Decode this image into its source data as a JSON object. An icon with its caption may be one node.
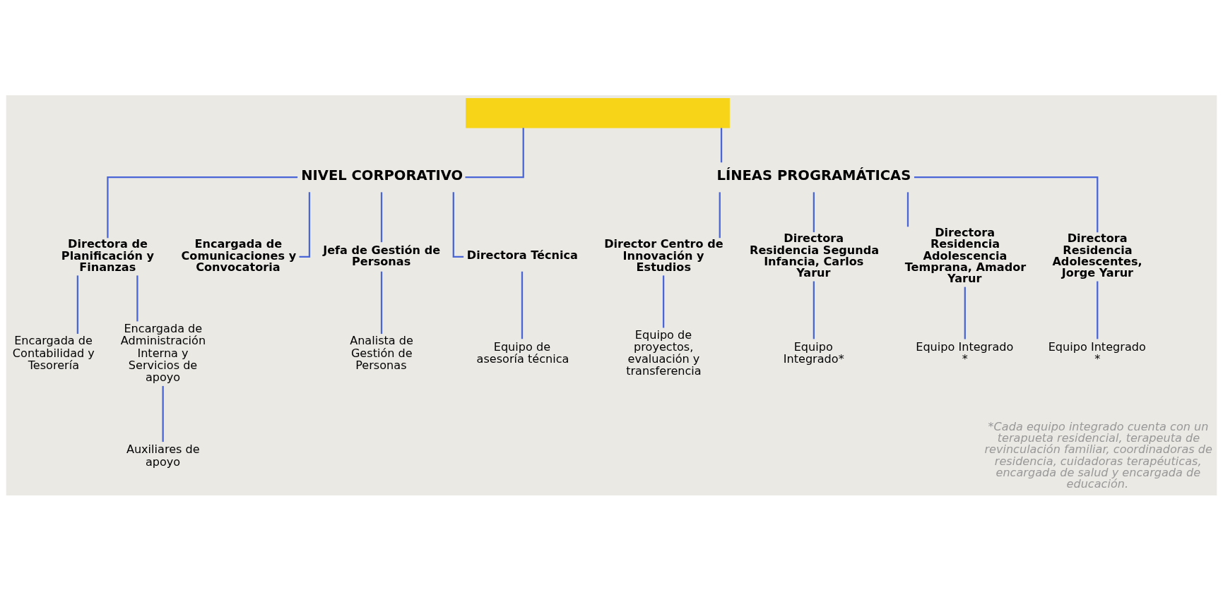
{
  "diagram": {
    "nodes": [
      {
        "text": [],
        "shape": "box"
      },
      {
        "text": [
          "NIVEL CORPORATIVO"
        ]
      },
      {
        "text": [
          "LÍNEAS PROGRAMÁTICAS"
        ]
      },
      {
        "text": [
          "Directora de Planificación y Finanzas"
        ]
      },
      {
        "text": [
          "Encargada de Comunicaciones y Convocatoria"
        ]
      },
      {
        "text": [
          "Jefa de Gestión de Personas"
        ]
      },
      {
        "text": [
          "Directora Técnica"
        ]
      },
      {
        "text": [
          "Director Centro de Innovación y Estudios"
        ]
      },
      {
        "text": [
          "Directora Residencia Segunda Infancia, Carlos Yarur"
        ]
      },
      {
        "text": [
          "Directora Residencia Adolescencia Temprana, Amador Yarur"
        ]
      },
      {
        "text": [
          "Directora Residencia Adolescentes, Jorge Yarur"
        ]
      },
      {
        "text": [
          "Encargada de Contabilidad y Tesorería"
        ]
      },
      {
        "text": [
          "Encargada de Administración Interna y Servicios de apoyo"
        ]
      },
      {
        "text": [
          "Analista de Gestión de Personas"
        ]
      },
      {
        "text": [
          "Equipo de asesoría técnica"
        ]
      },
      {
        "text": [
          "Equipo de proyectos, evaluación y transferencia"
        ]
      },
      {
        "text": [
          "Equipo Integrado*"
        ]
      },
      {
        "text": [
          "Equipo Integrado *"
        ]
      },
      {
        "text": [
          "Equipo Integrado *"
        ]
      },
      {
        "text": [
          "Auxiliares de apoyo"
        ]
      }
    ],
    "edges": [
      {
        "from": 0,
        "to": 1,
        "arrow": "none"
      },
      {
        "from": 0,
        "to": 2,
        "arrow": "none"
      },
      {
        "from": 1,
        "to": 3,
        "arrow": "none"
      },
      {
        "from": 1,
        "to": 4,
        "arrow": "none"
      },
      {
        "from": 1,
        "to": 5,
        "arrow": "none"
      },
      {
        "from": 1,
        "to": 6,
        "arrow": "none"
      },
      {
        "from": 2,
        "to": 7,
        "arrow": "none"
      },
      {
        "from": 2,
        "to": 8,
        "arrow": "none"
      },
      {
        "from": 2,
        "to": 9,
        "arrow": "none"
      },
      {
        "from": 2,
        "to": 10,
        "arrow": "none"
      },
      {
        "from": 3,
        "to": 11,
        "arrow": "none"
      },
      {
        "from": 3,
        "to": 12,
        "arrow": "none"
      },
      {
        "from": 5,
        "to": 13,
        "arrow": "none"
      },
      {
        "from": 6,
        "to": 14,
        "arrow": "none"
      },
      {
        "from": 7,
        "to": 15,
        "arrow": "none"
      },
      {
        "from": 8,
        "to": 16,
        "arrow": "none"
      },
      {
        "from": 9,
        "to": 17,
        "arrow": "none"
      },
      {
        "from": 10,
        "to": 18,
        "arrow": "none"
      },
      {
        "from": 12,
        "to": 19,
        "arrow": "none"
      }
    ],
    "labels": [
      "*Cada equipo integrado cuenta con un terapueta residencial, terapeuta de revinculación familiar, coordinadoras de residencia, cuidadoras terapéuticas, encargada de salud y encargada de educación."
    ]
  }
}
